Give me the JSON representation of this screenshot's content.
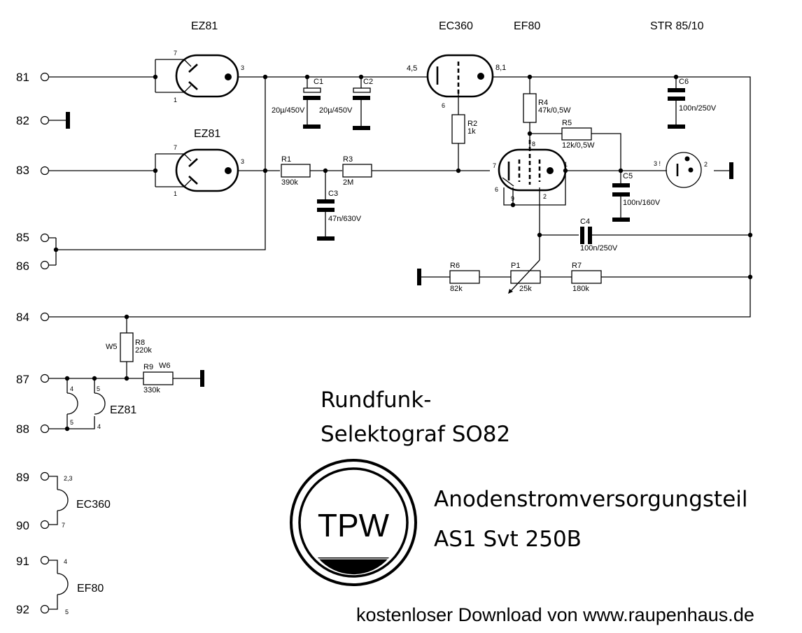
{
  "tubes": {
    "ez81_top": {
      "name": "EZ81",
      "pin_left_top": "7",
      "pin_left_bottom": "1",
      "pin_right": "3"
    },
    "ez81_mid": {
      "name": "EZ81",
      "pin_left_top": "7",
      "pin_left_bottom": "1",
      "pin_right": "3"
    },
    "ec360": {
      "name": "EC360",
      "pin_left": "4,5",
      "pin_right": "8,1",
      "pin_bottom": "6"
    },
    "ef80": {
      "name": "EF80",
      "pin_top": "8",
      "pin_left": "7",
      "pin_right": "1",
      "pin_6": "6",
      "pin_9": "9",
      "pin_2": "2"
    },
    "str": {
      "name": "STR 85/10",
      "pin_left": "3 !",
      "pin_right": "2"
    }
  },
  "terminals": [
    "81",
    "82",
    "83",
    "85",
    "86",
    "84",
    "87",
    "88",
    "89",
    "90",
    "91",
    "92"
  ],
  "components": {
    "C1": {
      "ref": "C1",
      "value": "20µ/450V"
    },
    "C2": {
      "ref": "C2",
      "value": "20µ/450V"
    },
    "C3": {
      "ref": "C3",
      "value": "47n/630V"
    },
    "C4": {
      "ref": "C4",
      "value": "100n/250V"
    },
    "C5": {
      "ref": "C5",
      "value": "100n/160V"
    },
    "C6": {
      "ref": "C6",
      "value": "100n/250V"
    },
    "R1": {
      "ref": "R1",
      "value": "390k"
    },
    "R2": {
      "ref": "R2",
      "value": "1k"
    },
    "R3": {
      "ref": "R3",
      "value": "2M"
    },
    "R4": {
      "ref": "R4",
      "value": "47k/0,5W"
    },
    "R5": {
      "ref": "R5",
      "value": "12k/0,5W"
    },
    "R6": {
      "ref": "R6",
      "value": "82k"
    },
    "P1": {
      "ref": "P1",
      "value": "25k"
    },
    "R7": {
      "ref": "R7",
      "value": "180k"
    },
    "R8": {
      "ref": "R8",
      "value": "220k",
      "alt": "W5"
    },
    "R9": {
      "ref": "R9",
      "value": "330k",
      "alt": "W6"
    }
  },
  "heaters": {
    "ez81": {
      "name": "EZ81",
      "pins_a": [
        "4",
        "5"
      ],
      "pins_b": [
        "5",
        "4"
      ]
    },
    "ec360": {
      "name": "EC360",
      "pin_top": "2,3",
      "pin_bottom": "7"
    },
    "ef80": {
      "name": "EF80",
      "pin_top": "4",
      "pin_bottom": "5"
    }
  },
  "title": {
    "line1": "Rundfunk-",
    "line2": "Selektograf SO82",
    "line3": "Anodenstromversorgungsteil",
    "line4": "AS1  Svt 250B"
  },
  "logo": {
    "text": "TPW"
  },
  "footer": "kostenloser Download von www.raupenhaus.de"
}
